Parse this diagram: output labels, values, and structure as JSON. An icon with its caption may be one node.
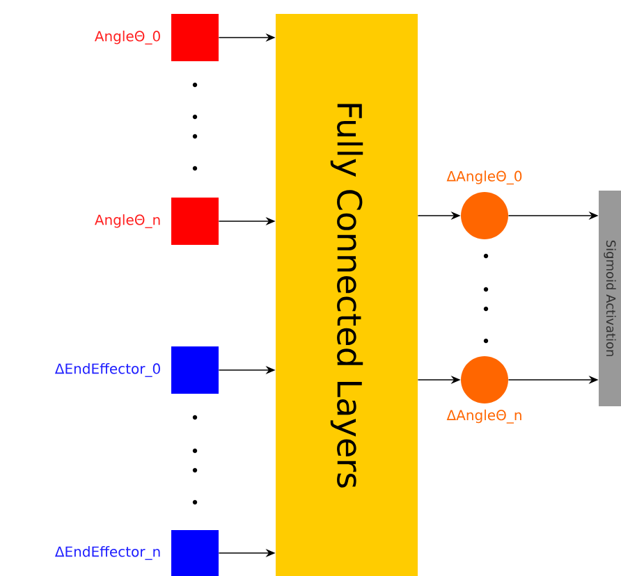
{
  "diagram": {
    "nodes": [
      {
        "text": [],
        "shape": "box",
        "beside": [
          "AngleΘ_0"
        ]
      },
      {
        "text": [],
        "shape": "box",
        "beside": [
          "AngleΘ_n"
        ]
      },
      {
        "text": [],
        "shape": "box",
        "beside": [
          "ΔEndEffector_0"
        ]
      },
      {
        "text": [],
        "shape": "box",
        "beside": [
          "ΔEndEffector_n"
        ]
      },
      {
        "text": [
          "Fully Connected Layers"
        ]
      },
      {
        "text": [],
        "shape": "circle",
        "beside": [
          "ΔAngleΘ_0"
        ]
      },
      {
        "text": [],
        "shape": "circle",
        "beside": [
          "ΔAngleΘ_n"
        ]
      },
      {
        "text": [
          "Sigmoid Activation"
        ]
      }
    ],
    "edges": [
      {
        "from": 0,
        "to": 4,
        "arrow": "to"
      },
      {
        "from": 1,
        "to": 4,
        "arrow": "to"
      },
      {
        "from": 2,
        "to": 4,
        "arrow": "to"
      },
      {
        "from": 3,
        "to": 4,
        "arrow": "to"
      },
      {
        "from": 4,
        "to": 5,
        "arrow": "to"
      },
      {
        "from": 4,
        "to": 6,
        "arrow": "to"
      },
      {
        "from": 5,
        "to": 7,
        "arrow": "to"
      },
      {
        "from": 6,
        "to": 7,
        "arrow": "to"
      }
    ]
  }
}
